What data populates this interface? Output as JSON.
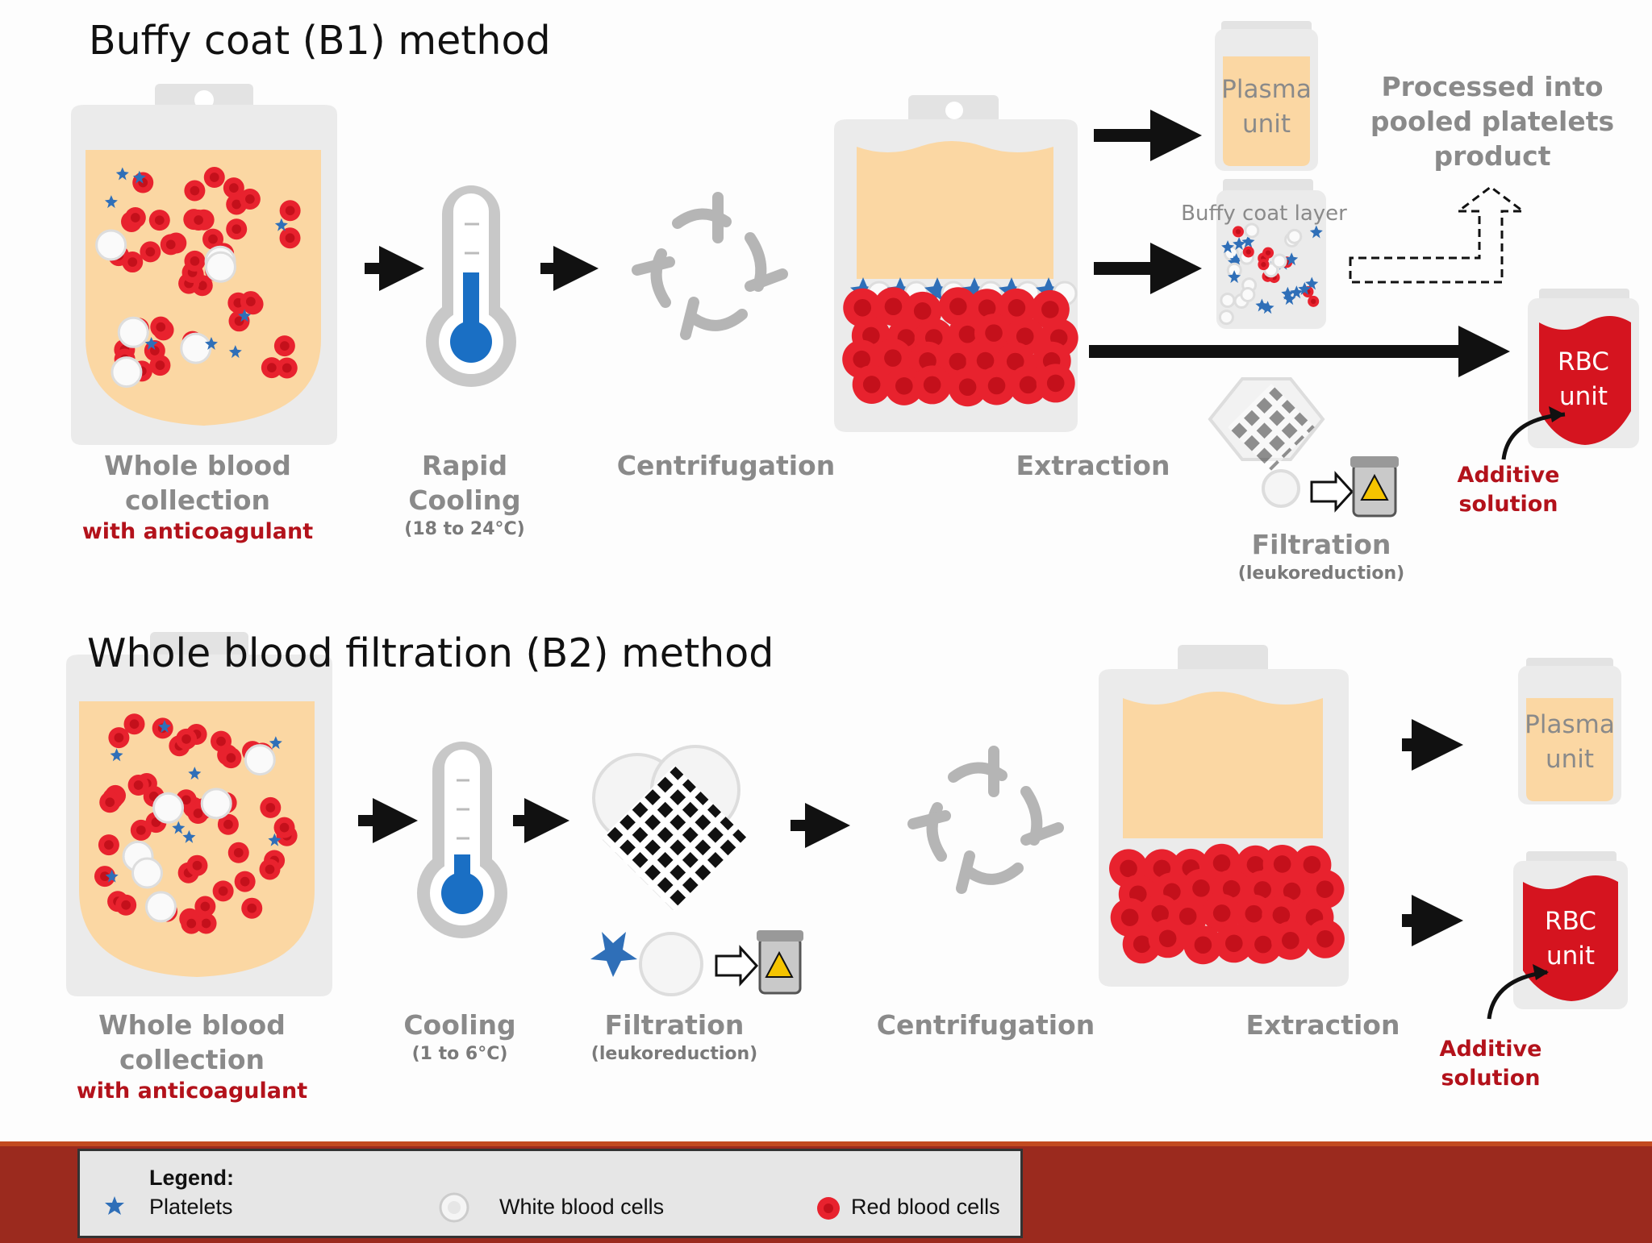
{
  "section1": {
    "title": "Buffy coat (B1) method",
    "steps": {
      "collection": {
        "line1": "Whole blood",
        "line2": "collection",
        "note": "with anticoagulant"
      },
      "cooling": {
        "line1": "Rapid",
        "line2": "Cooling",
        "sub": "(18 to 24°C)"
      },
      "centrifugation": {
        "label": "Centrifugation"
      },
      "extraction": {
        "label": "Extraction"
      },
      "filtration": {
        "label": "Filtration",
        "sub": "(leukoreduction)"
      }
    },
    "plasma_bag": {
      "line1": "Plasma",
      "line2": "unit"
    },
    "buffy_label": "Buffy coat layer",
    "processed": {
      "line1": "Processed into",
      "line2": "pooled platelets",
      "line3": "product"
    },
    "rbc_bag": {
      "line1": "RBC",
      "line2": "unit"
    },
    "additive": {
      "line1": "Additive",
      "line2": "solution"
    }
  },
  "section2": {
    "title": "Whole blood filtration (B2) method",
    "steps": {
      "collection": {
        "line1": "Whole blood",
        "line2": "collection",
        "note": "with anticoagulant"
      },
      "cooling": {
        "label": "Cooling",
        "sub": "(1 to 6°C)"
      },
      "filtration": {
        "label": "Filtration",
        "sub": "(leukoreduction)"
      },
      "centrifugation": {
        "label": "Centrifugation"
      },
      "extraction": {
        "label": "Extraction"
      }
    },
    "plasma_bag": {
      "line1": "Plasma",
      "line2": "unit"
    },
    "rbc_bag": {
      "line1": "RBC",
      "line2": "unit"
    },
    "additive": {
      "line1": "Additive",
      "line2": "solution"
    }
  },
  "legend": {
    "title": "Legend:",
    "items": [
      {
        "label": "Platelets",
        "icon": "platelet-icon"
      },
      {
        "label": "White blood cells",
        "icon": "wbc-icon"
      },
      {
        "label": "Red blood cells",
        "icon": "rbc-icon"
      }
    ]
  },
  "colors": {
    "plasma": "#fbd7a3",
    "rbc": "#e8222e",
    "platelet": "#2f6fb8",
    "accent_red": "#b3121b",
    "footer": "#9b2a1e",
    "thermo_blue": "#1a6fc4"
  }
}
